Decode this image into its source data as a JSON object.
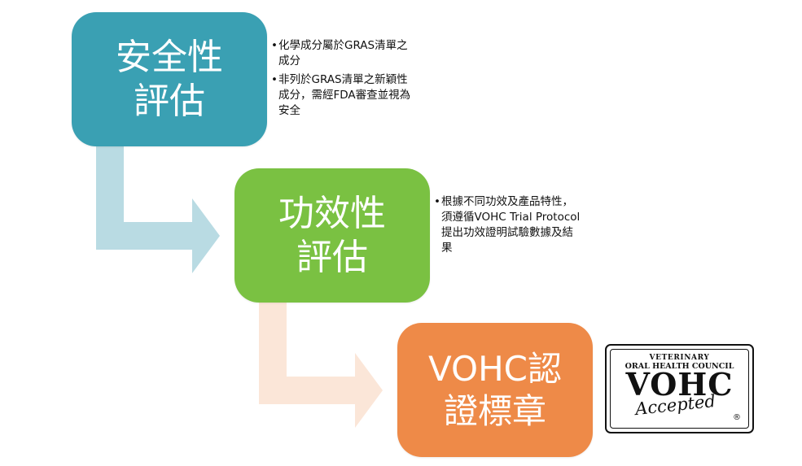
{
  "colors": {
    "step_safety": "#3aa0b3",
    "step_efficacy": "#7ac142",
    "step_vohc": "#ee8a48",
    "arrow_1": "#b9dbe3",
    "arrow_2": "#fbe6d8"
  },
  "steps": [
    {
      "title_lines": [
        "安全性",
        "評估"
      ],
      "notes": [
        "化學成分屬於GRAS清單之成分",
        "非列於GRAS清單之新穎性成分，需經FDA審查並視為安全"
      ]
    },
    {
      "title_lines": [
        "功效性",
        "評估"
      ],
      "notes": [
        "根據不同功效及產品特性，須遵循VOHC Trial Protocol提出功效證明試驗數據及結果"
      ]
    },
    {
      "title_lines": [
        "VOHC認",
        "證標章"
      ],
      "notes": []
    }
  ],
  "logo": {
    "line1": "VETERINARY",
    "line2": "ORAL HEALTH COUNCIL",
    "line3": "VOHC",
    "line4": "Accepted",
    "reg_mark": "®"
  }
}
